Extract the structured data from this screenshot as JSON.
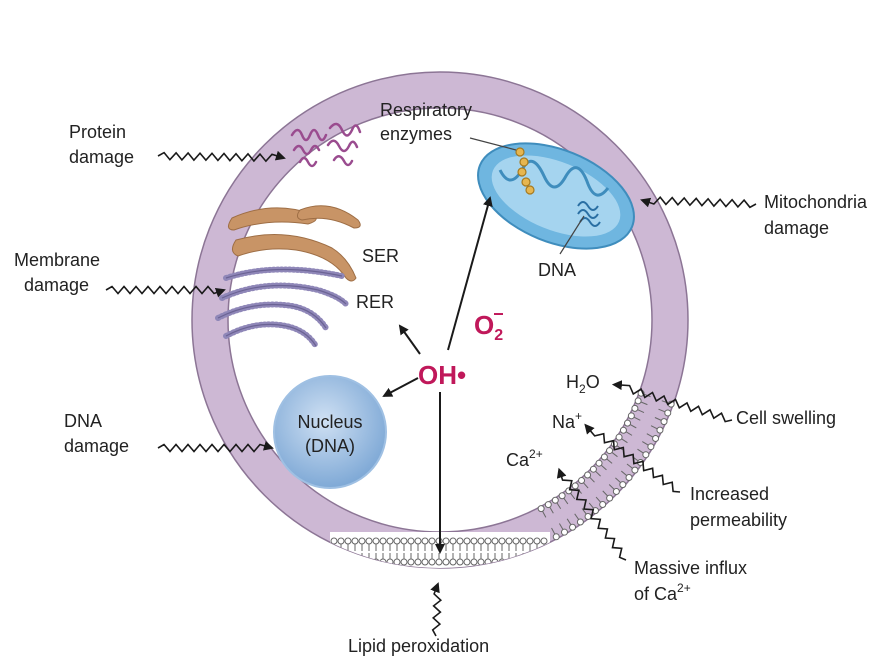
{
  "colors": {
    "membrane": "#cdb8d4",
    "membrane_edge": "#8c7595",
    "radical": "#c0185a",
    "nucleus": "#7fa9d6",
    "mitochondria": "#6fb6e0",
    "ser": "#c89466",
    "rer": "#8f87b8",
    "protein": "#9a4c8f",
    "enzymes": "#d9a33a",
    "arrow": "#1a1a1a"
  },
  "icons": [
    "wavy-arrow-icon",
    "straight-arrow-icon",
    "protein-coil-icon",
    "mitochondria-icon",
    "nucleus-icon",
    "er-icon",
    "ion-channel-icon"
  ],
  "labels": {
    "protein_damage": [
      "Protein",
      "damage"
    ],
    "membrane_damage": [
      "Membrane",
      "damage"
    ],
    "dna_damage": [
      "DNA",
      "damage"
    ],
    "mitochondria_damage": [
      "Mitochondria",
      "damage"
    ],
    "respiratory_enzymes": [
      "Respiratory",
      "enzymes"
    ],
    "mito_dna": "DNA",
    "ser": "SER",
    "rer": "RER",
    "nucleus": [
      "Nucleus",
      "(DNA)"
    ],
    "superoxide": "O",
    "superoxide_sub": "2",
    "superoxide_sup": "−",
    "hydroxyl": "OH•",
    "water": "H",
    "water_sub": "2",
    "water_end": "O",
    "sodium": "Na",
    "sodium_sup": "+",
    "calcium": "Ca",
    "calcium_sup": "2+",
    "cell_swelling": "Cell swelling",
    "increased_permeability": [
      "Increased",
      "permeability"
    ],
    "massive_influx": [
      "Massive influx",
      "of Ca"
    ],
    "massive_influx_sup": "2+",
    "lipid_peroxidation": "Lipid peroxidation"
  }
}
